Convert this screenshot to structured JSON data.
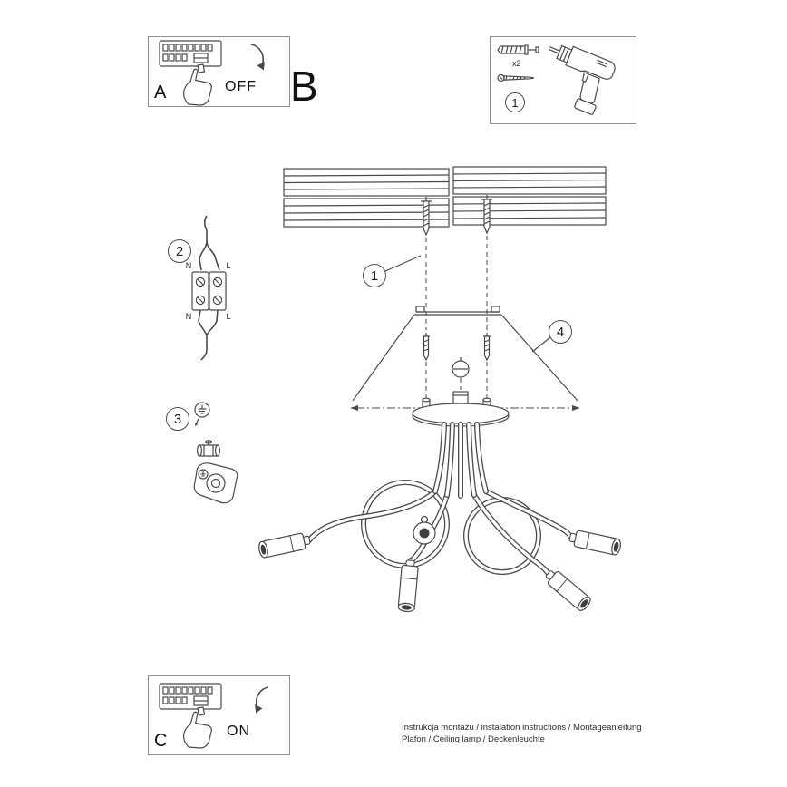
{
  "panel_a": {
    "label": "A",
    "switch_state": "OFF"
  },
  "section_b": {
    "label": "B"
  },
  "tools_panel": {
    "step": "1",
    "quantity": "x2"
  },
  "step_2": {
    "label": "2",
    "terminals": {
      "top_left": "N",
      "top_right": "L",
      "bottom_left": "N",
      "bottom_right": "L"
    }
  },
  "step_3": {
    "label": "3"
  },
  "assembly": {
    "screw_callout": "1",
    "canopy_callout": "4"
  },
  "panel_c": {
    "label": "C",
    "switch_state": "ON"
  },
  "footer": {
    "line1": "Instrukcja montażu / instalation instructions / Montageanleitung",
    "line2": "Plafon / Ceiling lamp / Deckenleuchte"
  },
  "icons": [
    "fuse-box",
    "pointing-hand",
    "rotate-arrow",
    "wall-plug",
    "screw",
    "drill",
    "terminal-block",
    "ground-symbol",
    "mounting-bracket",
    "ceiling-planks",
    "canopy",
    "mounting-plate",
    "chandelier"
  ]
}
